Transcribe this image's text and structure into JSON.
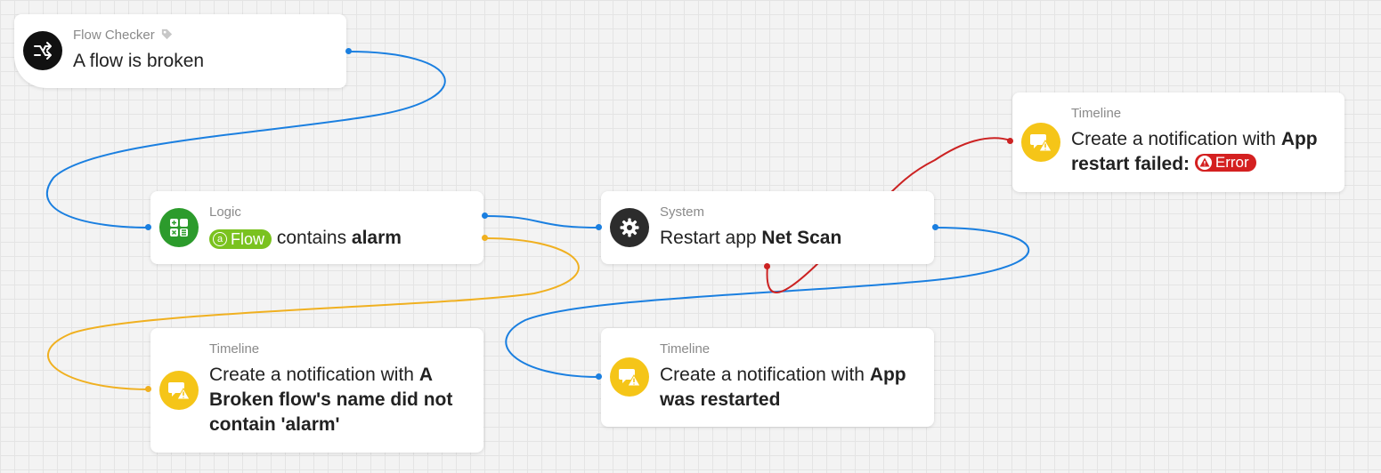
{
  "cards": {
    "trigger": {
      "kind": "Flow Checker",
      "title": "A flow is broken",
      "icon": "flow-broken-icon"
    },
    "logic": {
      "kind": "Logic",
      "token_label": "Flow",
      "token_prefix": "a",
      "text_mid": "contains",
      "text_bold": "alarm",
      "icon": "calculator-icon"
    },
    "system": {
      "kind": "System",
      "text_plain": "Restart app",
      "text_bold": "Net Scan",
      "icon": "gear-icon"
    },
    "timeline_error": {
      "kind": "Timeline",
      "text_plain": "Create a notification with",
      "text_bold": "App restart failed:",
      "error_label": "Error",
      "icon": "notification-warning-icon"
    },
    "timeline_false": {
      "kind": "Timeline",
      "text_plain": "Create a notification with",
      "text_bold": "A Broken flow's name did not contain 'alarm'",
      "icon": "notification-warning-icon"
    },
    "timeline_success": {
      "kind": "Timeline",
      "text_plain": "Create a notification with",
      "text_bold": "App was restarted",
      "icon": "notification-warning-icon"
    }
  },
  "colors": {
    "true_wire": "#1a7fe0",
    "false_wire": "#f0b020",
    "error_wire": "#cc2222",
    "token_green": "#7ac21f",
    "error_red": "#d42020",
    "timeline_yellow": "#f5c518"
  }
}
